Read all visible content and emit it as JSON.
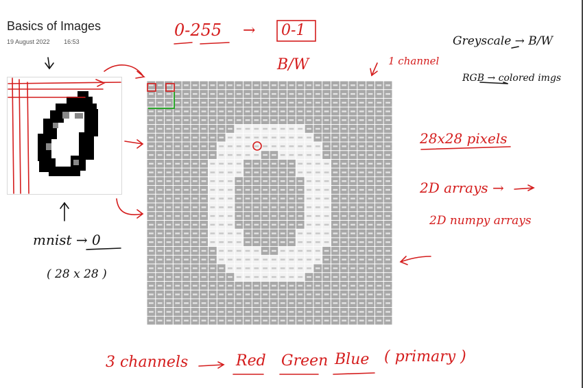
{
  "page": {
    "title": "Basics of Images",
    "date": "19 August 2022",
    "time": "16:53"
  },
  "annotations": {
    "range_from": "0-255",
    "arrow": "→",
    "range_to": "0-1",
    "bw": "B/W",
    "channel": "1 channel",
    "greyscale": "Greyscale → B/W",
    "rgb": "RGB → colored imgs",
    "pixels": "28x28 pixels",
    "arrays_2d": "2D arrays →",
    "numpy_arrays": "2D numpy arrays",
    "mnist": "mnist → 0",
    "mnist_size": "( 28 x 28 )",
    "channels": "3 channels",
    "red": "Red",
    "green": "Green",
    "blue": "Blue",
    "primary": "( primary )"
  },
  "colors": {
    "ink_red": "#d41c1c",
    "ink_black": "#111111",
    "highlight_green": "#2aa52a",
    "cell_dark": "#a8a8a8",
    "cell_light": "#f2f2f2"
  }
}
